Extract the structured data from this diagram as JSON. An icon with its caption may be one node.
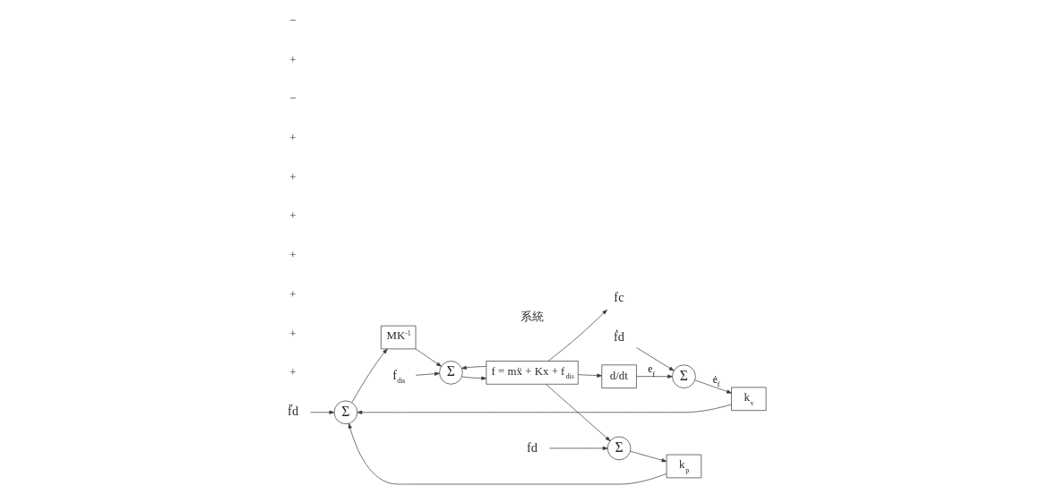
{
  "diagram": {
    "nodes": [
      {
        "text": [
          "f̈d"
        ]
      },
      {
        "text": [
          "Σ"
        ]
      },
      {
        "text": [
          "MK$^{-1}$"
        ]
      },
      {
        "text": [
          "Σ"
        ]
      },
      {
        "text": [
          "f$_{dis}$"
        ]
      },
      {
        "text": [
          "f = mẍ + Kx + f$_{dis}$"
        ],
        "beside": [
          "系統"
        ]
      },
      {
        "text": [
          "fc"
        ]
      },
      {
        "text": [
          "k$_{v}$"
        ]
      },
      {
        "text": [
          "k$_{p}$"
        ]
      },
      {
        "text": [
          "ḟd"
        ]
      },
      {
        "text": [
          "Σ"
        ]
      },
      {
        "text": [
          "d/dt"
        ]
      },
      {
        "text": [
          "fd"
        ]
      },
      {
        "text": [
          "Σ"
        ]
      }
    ],
    "edges": [
      {
        "from": 0,
        "to": 1,
        "arrow": "to"
      },
      {
        "from": 1,
        "to": 2,
        "arrow": "to"
      },
      {
        "from": 2,
        "to": 3,
        "arrow": "to"
      },
      {
        "from": 4,
        "to": 3,
        "arrow": "to"
      },
      {
        "from": 5,
        "to": 3,
        "arrow": "to"
      },
      {
        "from": 3,
        "to": 5,
        "arrow": "to"
      },
      {
        "from": 5,
        "to": 6,
        "arrow": "to"
      },
      {
        "from": 7,
        "to": 1,
        "arrow": "to"
      },
      {
        "from": 8,
        "to": 1,
        "arrow": "to"
      },
      {
        "from": 10,
        "to": 7,
        "arrow": "to",
        "label": "ė$_{f}$"
      },
      {
        "from": 13,
        "to": 8,
        "arrow": "to"
      },
      {
        "from": 9,
        "to": 10,
        "arrow": "to"
      },
      {
        "from": 11,
        "to": 10,
        "arrow": "to",
        "label": "e$_{f}$"
      },
      {
        "from": 5,
        "to": 11,
        "arrow": "to"
      },
      {
        "from": 12,
        "to": 13,
        "arrow": "to"
      },
      {
        "from": 5,
        "to": 13,
        "arrow": "to"
      }
    ],
    "labels": [
      "+",
      "+",
      "+",
      "+",
      "+",
      "+",
      "+",
      "−",
      "+",
      "−"
    ]
  }
}
